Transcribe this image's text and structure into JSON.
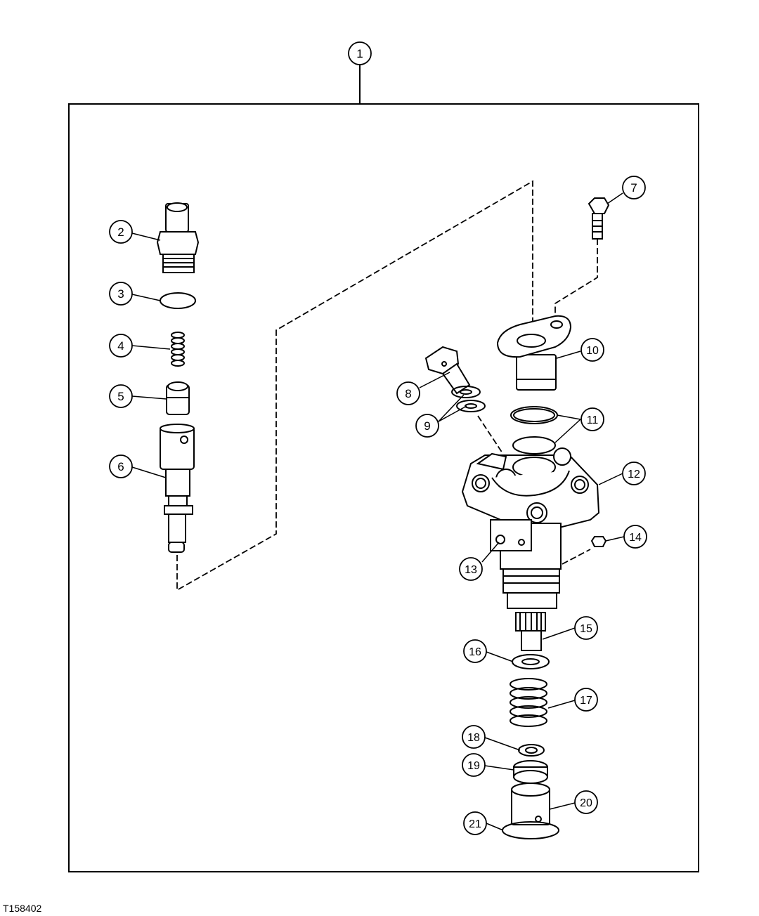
{
  "figure_id": "T158402",
  "callouts": [
    "1",
    "2",
    "3",
    "4",
    "5",
    "6",
    "7",
    "8",
    "9",
    "10",
    "11",
    "12",
    "13",
    "14",
    "15",
    "16",
    "17",
    "18",
    "19",
    "20",
    "21"
  ]
}
